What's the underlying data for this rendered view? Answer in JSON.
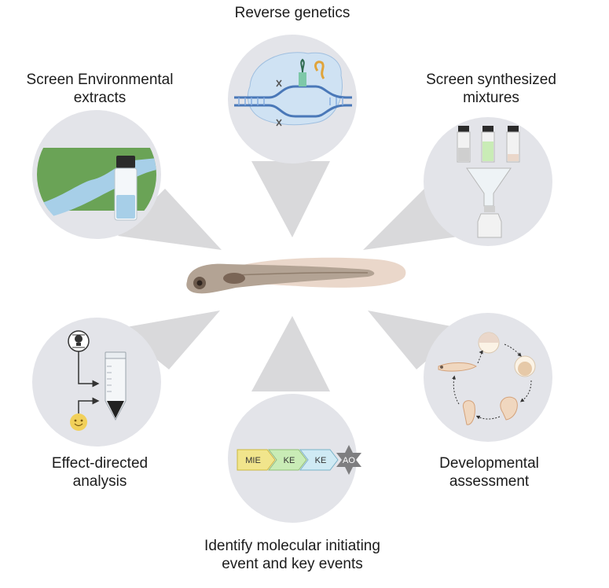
{
  "labels": {
    "reverse_genetics": [
      "Reverse genetics"
    ],
    "screen_env": [
      "Screen Environmental",
      "extracts"
    ],
    "screen_synth": [
      "Screen synthesized",
      "mixtures"
    ],
    "effect_directed": [
      "Effect-directed",
      "analysis"
    ],
    "developmental": [
      "Developmental",
      "assessment"
    ],
    "identify": [
      "Identify molecular initiating",
      "event and key events"
    ]
  },
  "aop_chain": [
    "MIE",
    "KE",
    "KE",
    "AO"
  ],
  "colors": {
    "circle": "#e3e4e9",
    "arrow": "#d9d9db",
    "fish_body": "#b3a394",
    "fish_fin": "#ead7ca",
    "mie": "#f1e58c",
    "ke1": "#c9ecb6",
    "ke2": "#cfeaf4",
    "ao": "#7e7e80",
    "water": "#a7cfe8",
    "land": "#6aa356"
  },
  "icons": [
    "dna-crispr-icon",
    "landscape-vial-icon",
    "vials-funnel-icon",
    "skull-icon",
    "smiley-icon",
    "centrifuge-tube-icon",
    "embryo-cycle-icon"
  ]
}
